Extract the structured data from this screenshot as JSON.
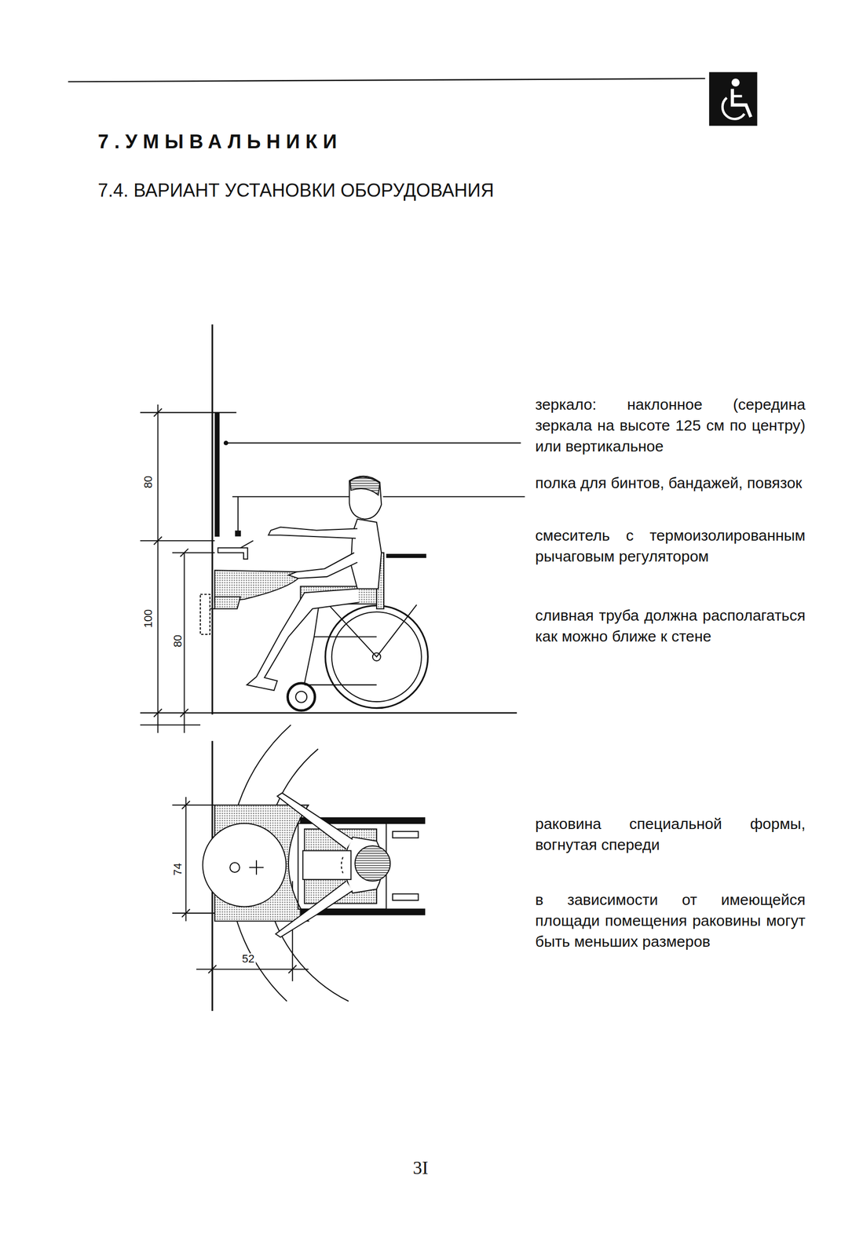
{
  "diagram": {
    "title": "7.УМЫВАЛЬНИКИ",
    "labels": [
      "7.4. ВАРИАНТ УСТАНОВКИ ОБОРУДОВАНИЯ",
      "зеркало: наклонное (середина зеркала на высоте 125 см по центру) или вертикальное",
      "полка для бинтов, бандажей, повязок",
      "смеситель с термоизолированным рычаговым регулятором",
      "сливная труба должна располагаться как можно ближе к стене",
      "80",
      "100",
      "80",
      "раковина специальной формы, вогнутая спереди",
      "в зависимости от имеющейся площади помещения раковины могут быть меньших размеров",
      "74",
      "52",
      "3I"
    ]
  }
}
